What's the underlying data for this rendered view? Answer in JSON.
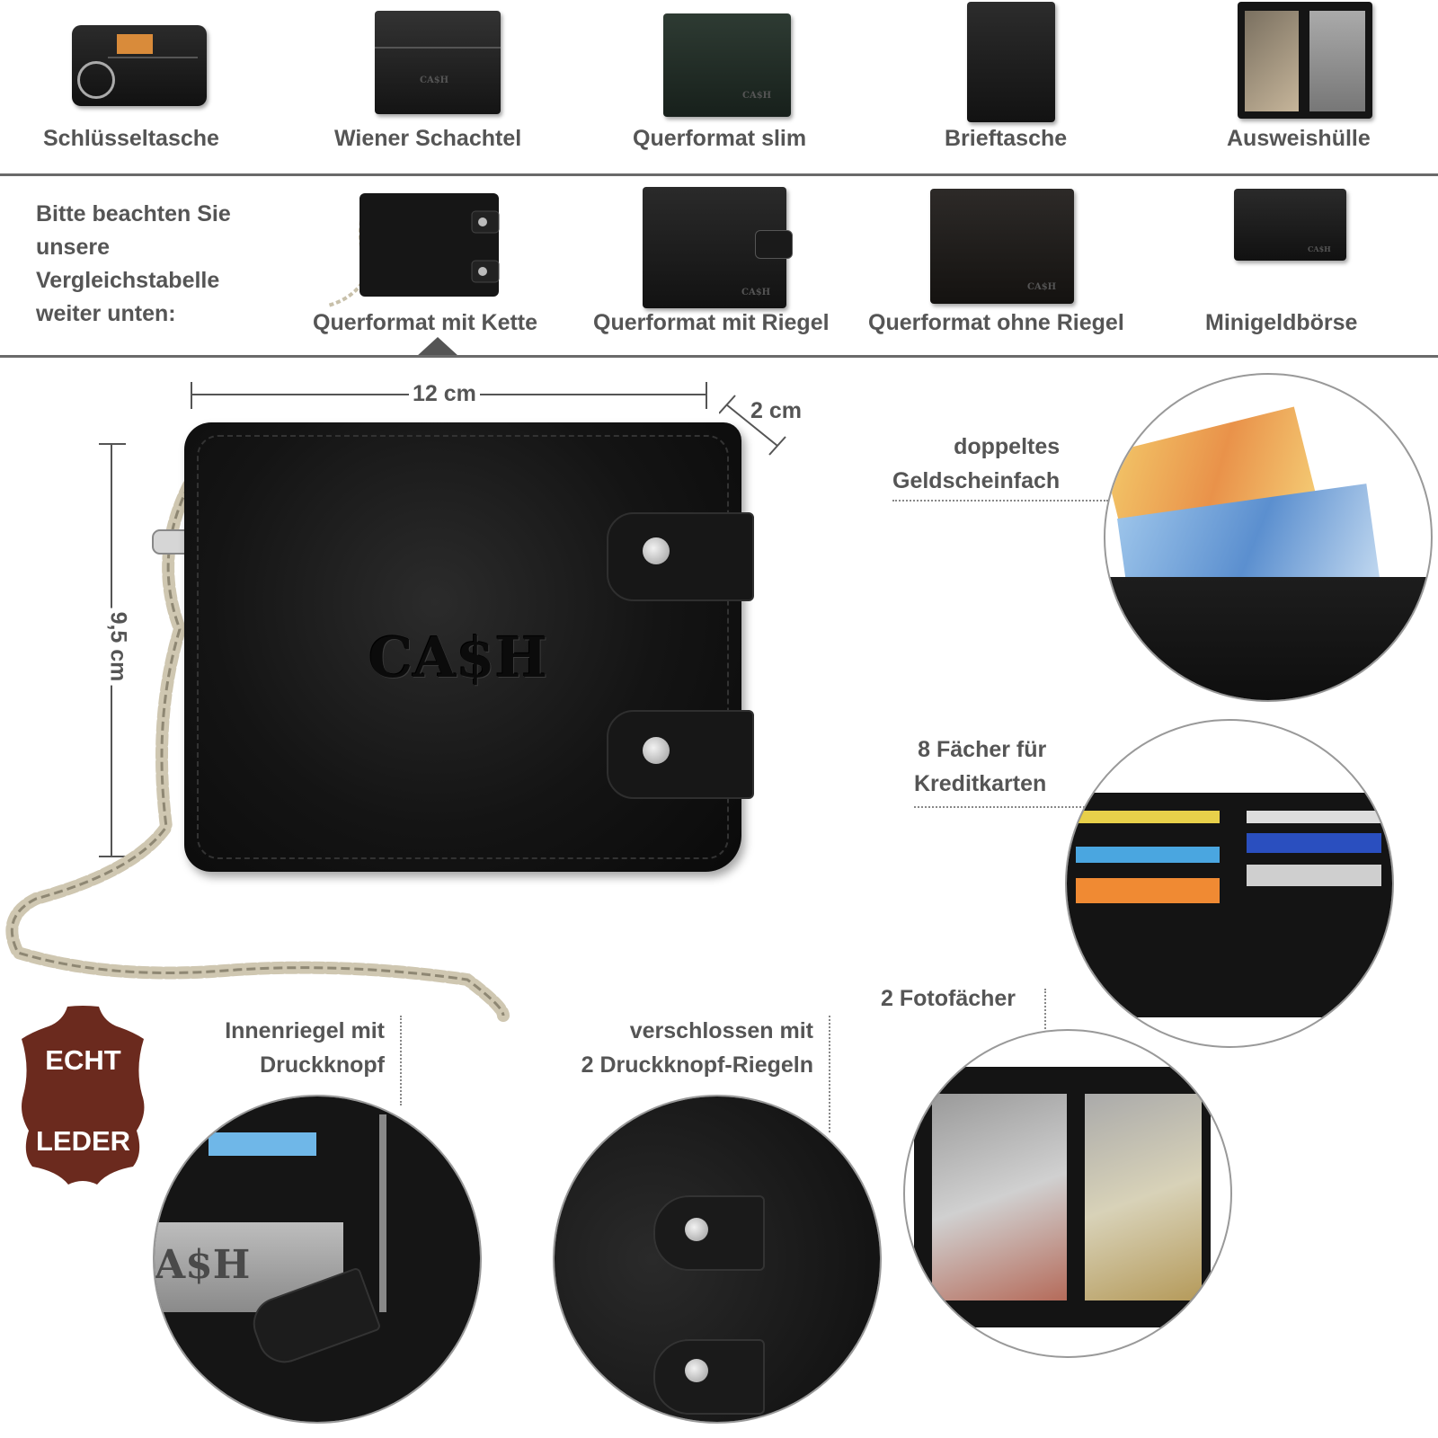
{
  "top_row": {
    "items": [
      {
        "label": "Schlüsseltasche",
        "icon": "key-pouch-icon"
      },
      {
        "label": "Wiener Schachtel",
        "icon": "coin-wallet-icon"
      },
      {
        "label": "Querformat slim",
        "icon": "slim-wallet-icon"
      },
      {
        "label": "Brieftasche",
        "icon": "long-wallet-icon"
      },
      {
        "label": "Ausweishülle",
        "icon": "id-holder-icon"
      }
    ]
  },
  "second_row": {
    "intro": [
      "Bitte beachten Sie",
      "unsere",
      "Vergleichstabelle",
      "weiter unten:"
    ],
    "items": [
      {
        "label": "Querformat mit Kette",
        "icon": "chain-wallet-icon",
        "selected": true
      },
      {
        "label": "Querformat mit Riegel",
        "icon": "strap-wallet-icon"
      },
      {
        "label": "Querformat ohne Riegel",
        "icon": "plain-wallet-icon"
      },
      {
        "label": "Minigeldbörse",
        "icon": "mini-wallet-icon"
      }
    ]
  },
  "product": {
    "brand_emboss": "CA$H",
    "width_label": "12 cm",
    "depth_label": "2 cm",
    "height_label": "9,5 cm"
  },
  "badge": {
    "line1": "ECHT",
    "line2": "LEDER",
    "color": "#6b2a1e"
  },
  "features": {
    "notes_compartment": [
      "doppeltes",
      "Geldscheinfach"
    ],
    "card_slots": [
      "8 Fächer für",
      "Kreditkarten"
    ],
    "photo_slots": "2 Fotofächer",
    "inner_strap": [
      "Innenriegel mit",
      "Druckknopf"
    ],
    "closure": [
      "verschlossen mit",
      "2 Druckknopf-Riegeln"
    ],
    "inner_emboss": "A$H"
  },
  "colors": {
    "text": "#555555",
    "rule": "#6a6a6a",
    "leather": "#141414",
    "chain": "#c9c2ad"
  }
}
